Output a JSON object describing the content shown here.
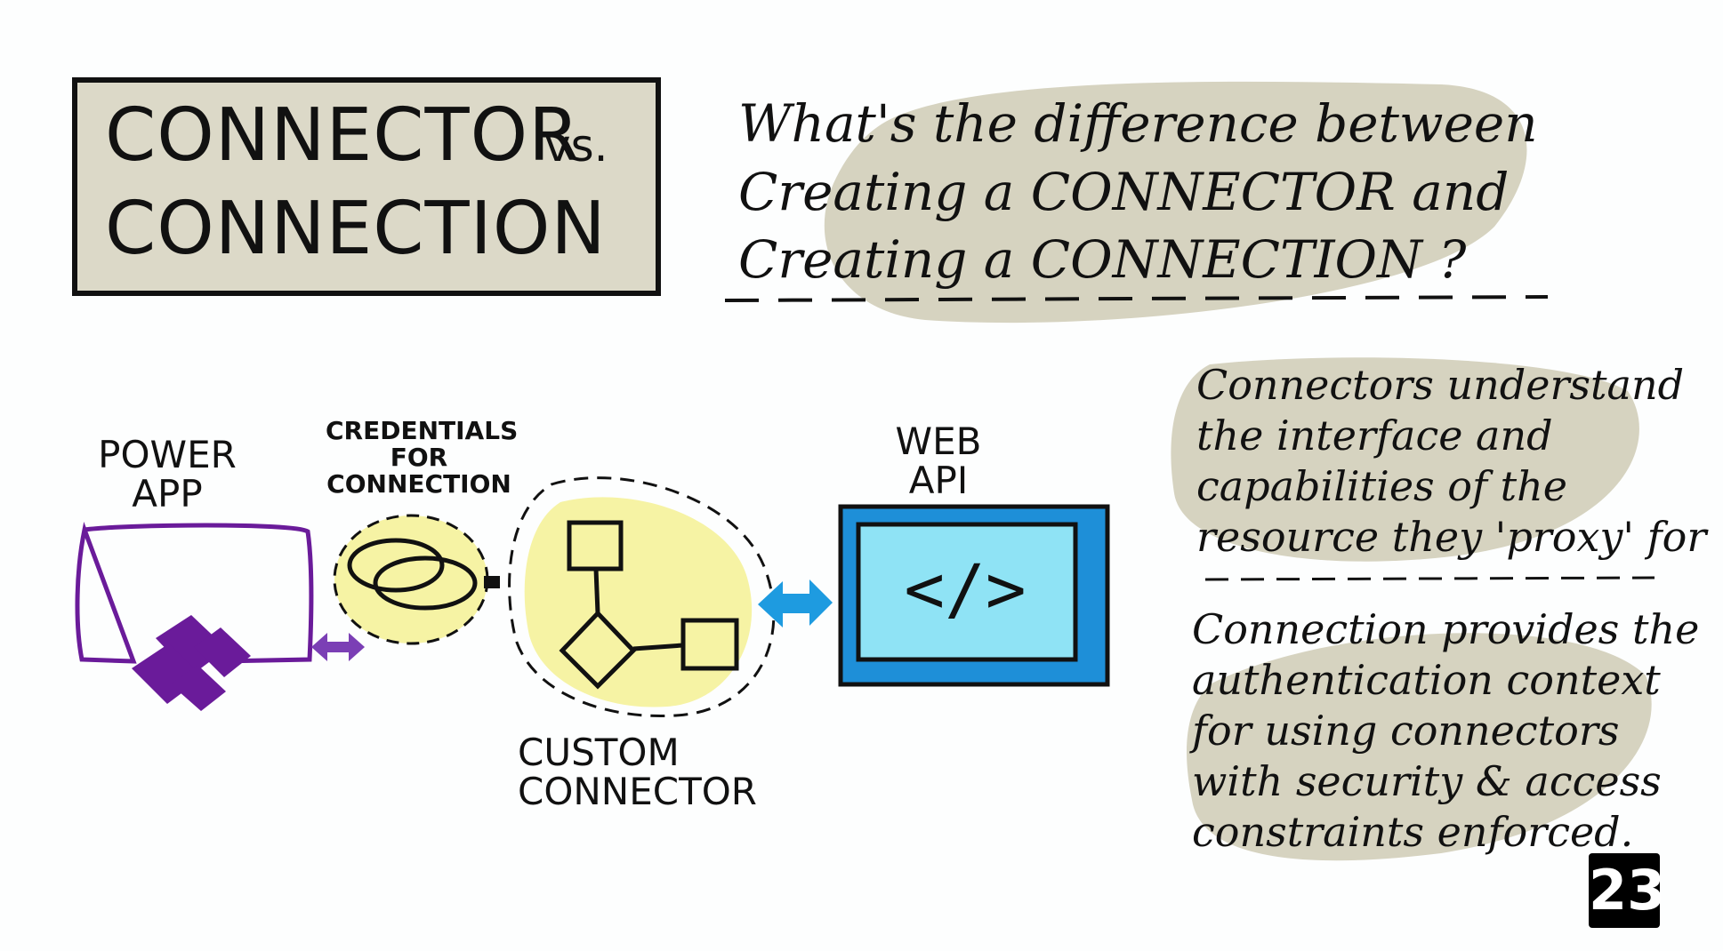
{
  "title": {
    "line1": "CONNECTOR",
    "vs": "vs.",
    "line2": "CONNECTION"
  },
  "question": {
    "line1": "What's the difference between",
    "line2": "Creating a CONNECTOR and",
    "line3": "Creating a CONNECTION ?"
  },
  "diagram": {
    "power_app": "POWER APP",
    "credentials": "CREDENTIALS FOR CONNECTION",
    "custom_connector": "CUSTOM CONNECTOR",
    "web_api": "WEB API",
    "code_icon_text": "</>"
  },
  "notes": {
    "connectors": [
      "Connectors understand",
      "the interface and",
      "capabilities of the",
      "resource they 'proxy' for"
    ],
    "connection": [
      "Connection provides the",
      "authentication context",
      "for using connectors",
      "with security & access",
      "constraints enforced."
    ]
  },
  "page_number": "23",
  "colors": {
    "title_box": "#dcd9c8",
    "highlight": "#d6d3c0",
    "power_app_purple": "#6a1b9a",
    "connector_yellow": "#f6f3a4",
    "web_api_blue": "#1e8fd8",
    "web_api_screen": "#8fe3f5",
    "arrow_blue": "#1e9be0",
    "arrow_purple": "#7b3fb5"
  }
}
